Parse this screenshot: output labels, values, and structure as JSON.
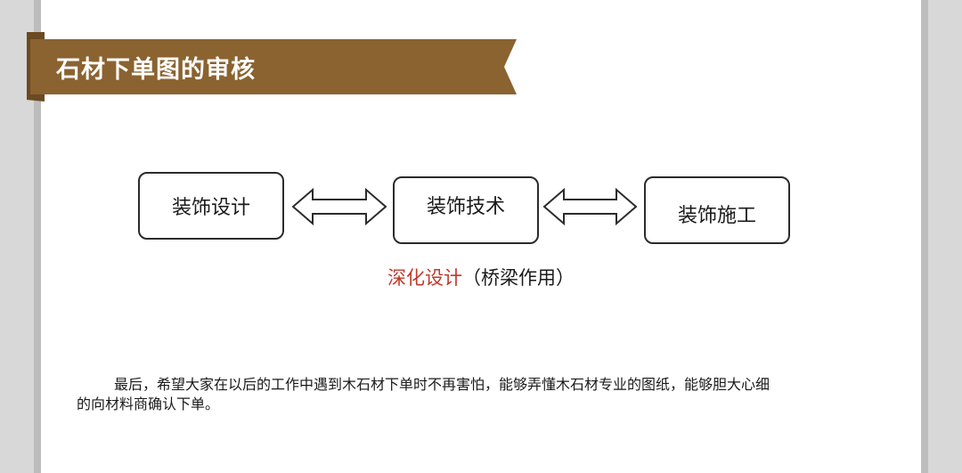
{
  "banner": {
    "title": "石材下单图的审核",
    "color": "#8b6330"
  },
  "diagram": {
    "nodes": [
      "装饰设计",
      "装饰技术",
      "装饰施工"
    ],
    "arrows": [
      "bidirectional-arrow",
      "bidirectional-arrow"
    ]
  },
  "caption": {
    "highlight": "深化设计",
    "rest": "（桥梁作用）",
    "highlight_color": "#c0392b"
  },
  "paragraph": {
    "line1": "最后，希望大家在以后的工作中遇到木石材下单时不再害怕，能够弄懂木石材专业的图纸，能够胆大心细",
    "line2": "的向材料商确认下单。"
  }
}
